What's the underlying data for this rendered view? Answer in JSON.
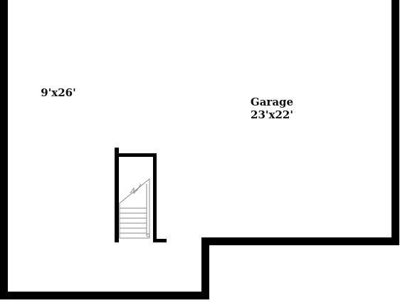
{
  "floorplan": {
    "rooms": [
      {
        "name": "",
        "dimensions": "9'x26'"
      },
      {
        "name": "Garage",
        "dimensions": "23'x22'"
      }
    ],
    "colors": {
      "wall": "#000000",
      "stair": "#8a8a8a",
      "background": "#ffffff"
    },
    "stairs": {
      "treads": 6
    }
  }
}
